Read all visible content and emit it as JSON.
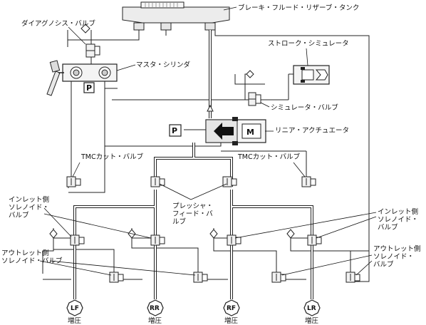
{
  "labels": {
    "reservoir": "ブレーキ・フルード・リザーブ・タンク",
    "diagnosis_valve": "ダイアグノシス・バルブ",
    "master_cylinder": "マスタ・シリンダ",
    "stroke_simulator": "ストローク・シミュレータ",
    "simulator_valve": "シミュレータ・バルブ",
    "linear_actuator": "リニア・アクチュエータ",
    "tmc_cut_valve_left": "TMCカット・バルブ",
    "tmc_cut_valve_right": "TMCカット・バルブ",
    "pressure_feed_valve": [
      "プレッシャ・",
      "フィード・バ",
      "ルブ"
    ],
    "inlet_valve_left": [
      "インレット側",
      "ソレノイド・",
      "バルブ"
    ],
    "inlet_valve_right": [
      "インレット側",
      "ソレノイド・",
      "バルブ"
    ],
    "outlet_valve_left": [
      "アウトレット側",
      "ソレノイド・バルブ"
    ],
    "outlet_valve_right": [
      "アウトレット側",
      "ソレノイド・",
      "バルブ"
    ],
    "pressure_sensor": "P",
    "motor": "M"
  },
  "wheels": [
    {
      "id": "LF",
      "state": "増圧"
    },
    {
      "id": "RR",
      "state": "増圧"
    },
    {
      "id": "RF",
      "state": "増圧"
    },
    {
      "id": "LR",
      "state": "増圧"
    }
  ],
  "colors": {
    "line": "#222222",
    "valve_fill": "#f2f2f2",
    "background": "#ffffff"
  }
}
